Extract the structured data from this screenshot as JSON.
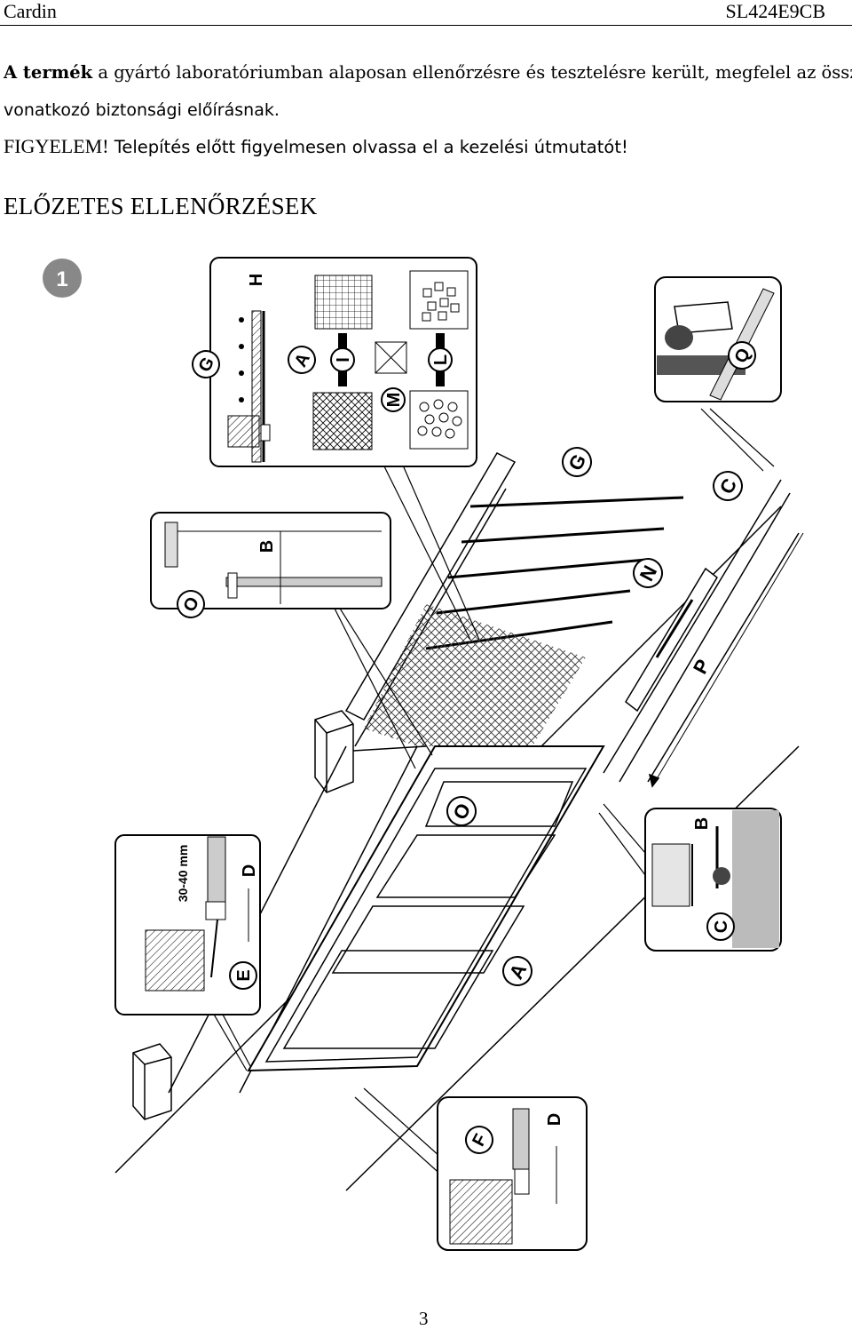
{
  "header": {
    "brand": "Cardin",
    "model": "SL424E9CB"
  },
  "intro": {
    "bold_lead": "A termék",
    "line1_rest": " a gyártó laboratóriumban alaposan ellenőrzésre és tesztelésre került, megfelel az összes",
    "line2": "vonatkozó biztonsági előírásnak.",
    "warning_label": "FIGYELEM!",
    "warning_text": " Telepítés előtt figyelmesen olvassa el a kezelési útmutatót!"
  },
  "section_title": "ELŐZETES ELLENŐRZÉSEK",
  "figure": {
    "number": "1",
    "labels": {
      "A": "A",
      "B": "B",
      "C": "C",
      "D": "D",
      "E": "E",
      "F": "F",
      "G": "G",
      "H": "H",
      "I": "I",
      "L": "L",
      "M": "M",
      "N": "N",
      "O": "O",
      "P": "P",
      "Q": "Q"
    },
    "dimension": "30-40 mm"
  },
  "page_number": "3"
}
